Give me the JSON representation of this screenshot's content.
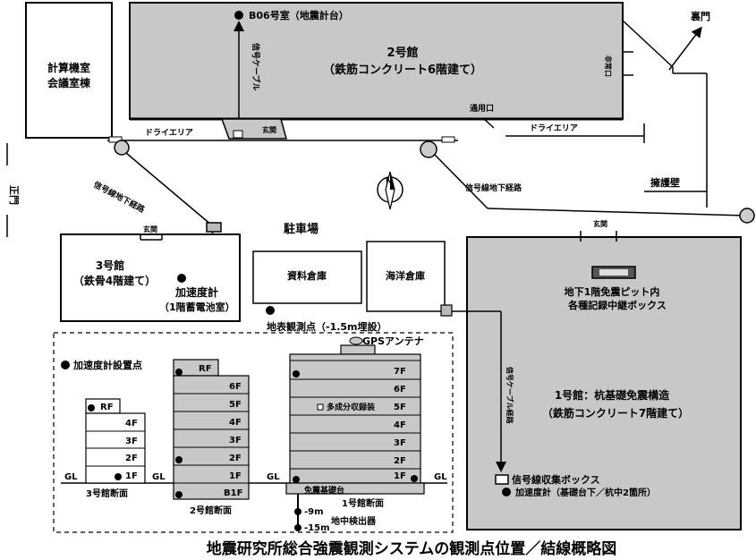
{
  "title": "地震研究所総合強震観測システムの観測点位置／結線概略図",
  "buildings": {
    "b2": {
      "name": "2号館",
      "structure": "（鉄筋コンクリート6階建て）",
      "room": "B06号室（地震計台）",
      "cable": "信号ケーブル",
      "entrance": "玄関",
      "side_door": "通用口",
      "emergency_exit": "非常口"
    },
    "computer": {
      "line1": "計算機室",
      "line2": "会議室棟"
    },
    "b3": {
      "name": "3号館",
      "structure": "（鉄骨4階建て）",
      "entrance": "玄関",
      "sensor1": "加速度計",
      "sensor2": "（1階蓄電池室）"
    },
    "b1": {
      "name": "1号館：杭基礎免震構造",
      "structure": "（鉄筋コンクリート7階建て）",
      "entrance": "玄関",
      "relay1": "地下1階免震ピット内",
      "relay2": "各種記録中継ボックス",
      "cable": "信号ケーブル経路",
      "collector": "信号線収集ボックス",
      "sensor": "加速度計（基礎台下／杭中2箇所）"
    }
  },
  "site": {
    "dry_area": "ドライエリア",
    "parking": "駐車場",
    "archive": "資料倉庫",
    "ocean": "海洋倉庫",
    "back_gate": "裏門",
    "main_gate": "正門",
    "retaining_wall": "擁護壁",
    "underground_route": "信号線地下経路",
    "surface_point": "地表観測点（-1.5m埋設）"
  },
  "sections": {
    "legend": "加速度計設置点",
    "gl": "GL",
    "s3": {
      "label": "3号館断面",
      "floors": [
        "RF",
        "4F",
        "3F",
        "2F",
        "1F"
      ]
    },
    "s2": {
      "label": "2号館断面",
      "floors": [
        "RF",
        "6F",
        "5F",
        "4F",
        "3F",
        "2F",
        "1F",
        "B1F"
      ]
    },
    "s1": {
      "label": "1号館断面",
      "floors": [
        "7F",
        "6F",
        "5F",
        "4F",
        "3F",
        "2F",
        "1F"
      ],
      "gps": "GPSアンテナ",
      "multi": "多成分収録装",
      "base": "免震基礎台",
      "depth1": "-9m",
      "depth2": "-15m",
      "borehole": "地中検出器"
    }
  }
}
